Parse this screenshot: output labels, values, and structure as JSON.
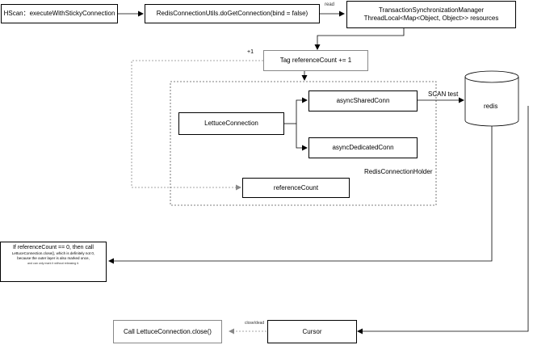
{
  "nodes": {
    "hscan": "HScan：executeWithStickyConnection",
    "do_get_connection": "RedisConnectionUtils.doGetConnection(bind = false)",
    "tsm_line1": "TransactionSynchronizationManager",
    "tsm_line2": "ThreadLocal<Map<Object, Object>> resources",
    "tag_ref": "Tag referenceCount += 1",
    "lettuce_connection": "LettuceConnection",
    "async_shared": "asyncSharedConn",
    "async_dedicated": "asyncDedicatedConn",
    "reference_count": "referenceCount",
    "holder_label": "RedisConnectionHolder",
    "redis": "redis",
    "cursor": "Cursor",
    "close_call": "Call LettuceConnection.close()"
  },
  "edge_labels": {
    "read": "read",
    "plus_one": "+1",
    "scan_test": "SCAN test",
    "close_small": "close/dead"
  },
  "note": {
    "line1": "If referenceCount == 0, then call",
    "line2": "LettuceConnection.close(), which is definitely not 0,",
    "line3": "because the outer layer is also marked once,",
    "line4": "and can only mark it without releasing it."
  },
  "colors": {
    "stroke": "#000000",
    "dashed": "#888888",
    "background": "#ffffff"
  }
}
